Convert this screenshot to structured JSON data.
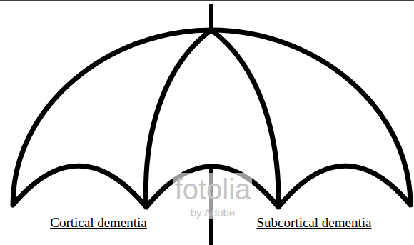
{
  "diagram": {
    "labels": [
      "Cortical dementia",
      "Subcortical dementia",
      "fotolia",
      "by Adobe"
    ]
  }
}
